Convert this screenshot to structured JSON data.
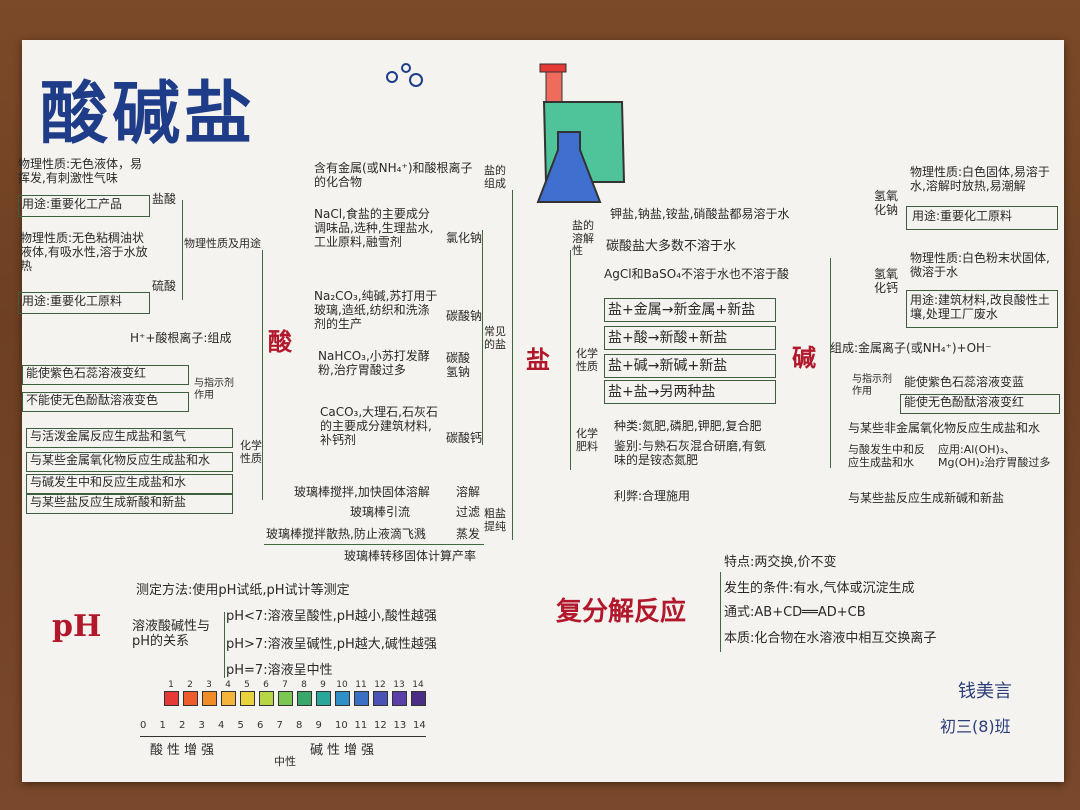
{
  "title": "酸碱盐",
  "acid": {
    "center": "酸",
    "hcl_props": "物理性质:无色液体，易挥发,有刺激性气味",
    "hcl_use": "用途:重要化工产品",
    "hcl_name": "盐酸",
    "h2so4_props": "物理性质:无色粘稠油状液体,有吸水性,溶于水放热",
    "h2so4_name": "硫酸",
    "h2so4_use": "用途:重要化工原料",
    "props_label": "物理性质及用途",
    "composition": "H⁺+酸根离子:组成",
    "indicator_label": "与指示剂作用",
    "indicator_1": "能使紫色石蕊溶液变红",
    "indicator_2": "不能使无色酚酞溶液变色",
    "chem_label": "化学性质",
    "chem_1": "与活泼金属反应生成盐和氢气",
    "chem_2": "与某些金属氧化物反应生成盐和水",
    "chem_3": "与碱发生中和反应生成盐和水",
    "chem_4": "与某些盐反应生成新酸和新盐"
  },
  "salt": {
    "center": "盐",
    "def": "含有金属(或NH₄⁺)和酸根离子的化合物",
    "def_label": "盐的组成",
    "nacl": "NaCl,食盐的主要成分调味品,选种,生理盐水,工业原料,融雪剂",
    "nacl_label": "氯化钠",
    "na2co3": "Na₂CO₃,纯碱,苏打用于玻璃,造纸,纺织和洗涤剂的生产",
    "na2co3_label": "碳酸钠",
    "nahco3": "NaHCO₃,小苏打发酵粉,治疗胃酸过多",
    "nahco3_label": "碳酸氢钠",
    "caco3": "CaCO₃,大理石,石灰石的主要成分建筑材料,补钙剂",
    "caco3_label": "碳酸钙",
    "common_label": "常见的盐",
    "purify_1": "玻璃棒搅拌,加快固体溶解",
    "purify_1_label": "溶解",
    "purify_2": "玻璃棒引流",
    "purify_2_label": "过滤",
    "purify_3": "玻璃棒搅拌散热,防止液滴飞溅",
    "purify_3_label": "蒸发",
    "purify_4": "玻璃棒转移固体计算产率",
    "purify_label": "粗盐提纯",
    "sol_label": "盐的溶解性",
    "sol_1": "钾盐,钠盐,铵盐,硝酸盐都易溶于水",
    "sol_2": "碳酸盐大多数不溶于水",
    "sol_3": "AgCl和BaSO₄不溶于水也不溶于酸",
    "chem_label": "化学性质",
    "chem_1": "盐+金属→新金属+新盐",
    "chem_2": "盐+酸→新酸+新盐",
    "chem_3": "盐+碱→新碱+新盐",
    "chem_4": "盐+盐→另两种盐",
    "fert_label": "化学肥料",
    "fert_1": "种类:氮肥,磷肥,钾肥,复合肥",
    "fert_2": "鉴别:与熟石灰混合研磨,有氨味的是铵态氮肥",
    "fert_3": "利弊:合理施用"
  },
  "base": {
    "center": "碱",
    "naoh_label": "氢氧化钠",
    "naoh_props": "物理性质:白色固体,易溶于水,溶解时放热,易潮解",
    "naoh_use": "用途:重要化工原料",
    "caoh_label": "氢氧化钙",
    "caoh_props": "物理性质:白色粉末状固体,微溶于水",
    "caoh_use": "用途:建筑材料,改良酸性土壤,处理工厂废水",
    "composition": "组成:金属离子(或NH₄⁺)+OH⁻",
    "indicator_label": "与指示剂作用",
    "indicator_1": "能使紫色石蕊溶液变蓝",
    "indicator_2": "能使无色酚酞溶液变红",
    "chem_1": "与某些非金属氧化物反应生成盐和水",
    "chem_2_a": "与酸发生中和反应生成盐和水",
    "chem_2_b": "应用:Al(OH)₃、Mg(OH)₂治疗胃酸过多",
    "chem_3": "与某些盐反应生成新碱和新盐"
  },
  "ph": {
    "label": "pH",
    "method": "测定方法:使用pH试纸,pH试计等测定",
    "relation_label": "溶液酸碱性与pH的关系",
    "lt7": "pH<7:溶液呈酸性,pH越小,酸性越强",
    "gt7": "pH>7:溶液呈碱性,pH越大,碱性越强",
    "eq7": "pH=7:溶液呈中性",
    "scale": [
      "0",
      "1",
      "2",
      "3",
      "4",
      "5",
      "6",
      "7",
      "8",
      "9",
      "10",
      "11",
      "12",
      "13",
      "14"
    ],
    "color_nums": [
      "1",
      "2",
      "3",
      "4",
      "5",
      "6",
      "7",
      "8",
      "9",
      "10",
      "11",
      "12",
      "13",
      "14"
    ],
    "colors": [
      "#e53935",
      "#ef5b2a",
      "#f28c28",
      "#f5b53b",
      "#e8d33c",
      "#b7d645",
      "#7cc653",
      "#39a86a",
      "#2aa79b",
      "#2e90c7",
      "#3970c4",
      "#4a53b5",
      "#5b3fa8",
      "#4c2d86"
    ],
    "acid_side": "酸性增强",
    "neutral": "中性",
    "base_side": "碱性增强"
  },
  "double": {
    "label": "复分解反应",
    "feature": "特点:两交换,价不变",
    "condition": "发生的条件:有水,气体或沉淀生成",
    "formula": "通式:AB+CD══AD+CB",
    "essence": "本质:化合物在水溶液中相互交换离子"
  },
  "author": {
    "name": "钱美言",
    "class": "初三(8)班"
  }
}
